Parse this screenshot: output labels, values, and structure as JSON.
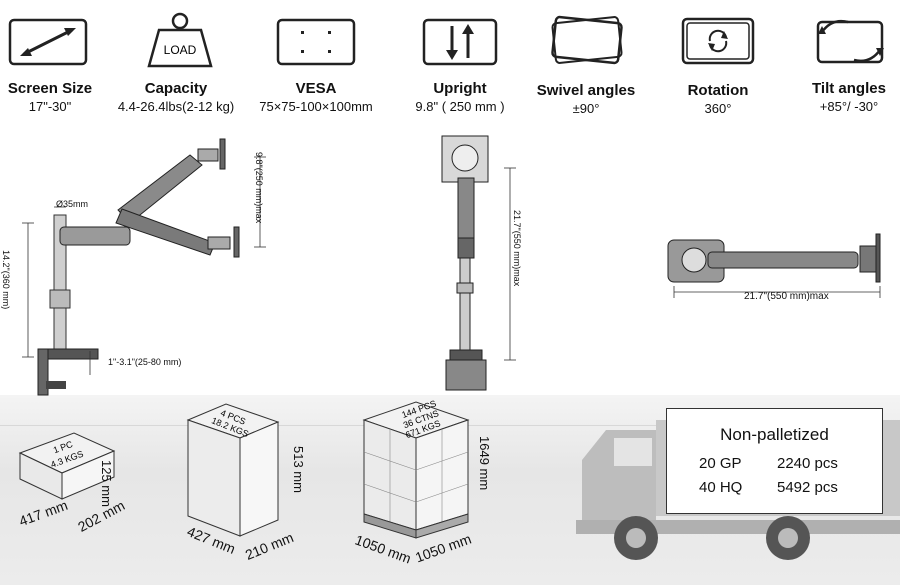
{
  "specs": [
    {
      "title": "Screen Size",
      "value": "17\"-30\"",
      "icon": "screen-size-icon"
    },
    {
      "title": "Capacity",
      "value": "4.4-26.4lbs(2-12 kg)",
      "icon": "load-weight-icon",
      "icon_text": "LOAD"
    },
    {
      "title": "VESA",
      "value": "75×75-100×100mm",
      "icon": "vesa-holes-icon"
    },
    {
      "title": "Upright",
      "value": "9.8\" ( 250 mm )",
      "icon": "upright-arrows-icon"
    },
    {
      "title": "Swivel angles",
      "value": "±90°",
      "icon": "swivel-icon"
    },
    {
      "title": "Rotation",
      "value": "360°",
      "icon": "rotation-icon"
    },
    {
      "title": "Tilt angles",
      "value": "+85°/  -30°",
      "icon": "tilt-icon"
    }
  ],
  "diagram": {
    "pole_diameter": "Ø35mm",
    "height_range": "9.8\"(250 mm)max",
    "pole_height": "14.2\"(360 mm)",
    "clamp_range": "1\"-3.1\"(25-80 mm)",
    "front_height": "21.7\"(550 mm)max",
    "top_length": "21.7\"(550 mm)max"
  },
  "packaging": {
    "single": {
      "text1": "1 PC",
      "text2": "4.3 KGS",
      "w": "417 mm",
      "d": "202 mm",
      "h": "125 mm"
    },
    "carton": {
      "text1": "4 PCS",
      "text2": "18.2 KGS",
      "w": "427 mm",
      "d": "210 mm",
      "h": "513 mm"
    },
    "pallet": {
      "text1": "144 PCS",
      "text2": "36 CTNS",
      "text3": "671 KGS",
      "w": "1050 mm",
      "d": "1050 mm",
      "h": "1649 mm"
    }
  },
  "shipping": {
    "title": "Non-palletized",
    "rows": [
      {
        "container": "20 GP",
        "qty": "2240 pcs"
      },
      {
        "container": "40 HQ",
        "qty": "5492 pcs"
      }
    ]
  }
}
